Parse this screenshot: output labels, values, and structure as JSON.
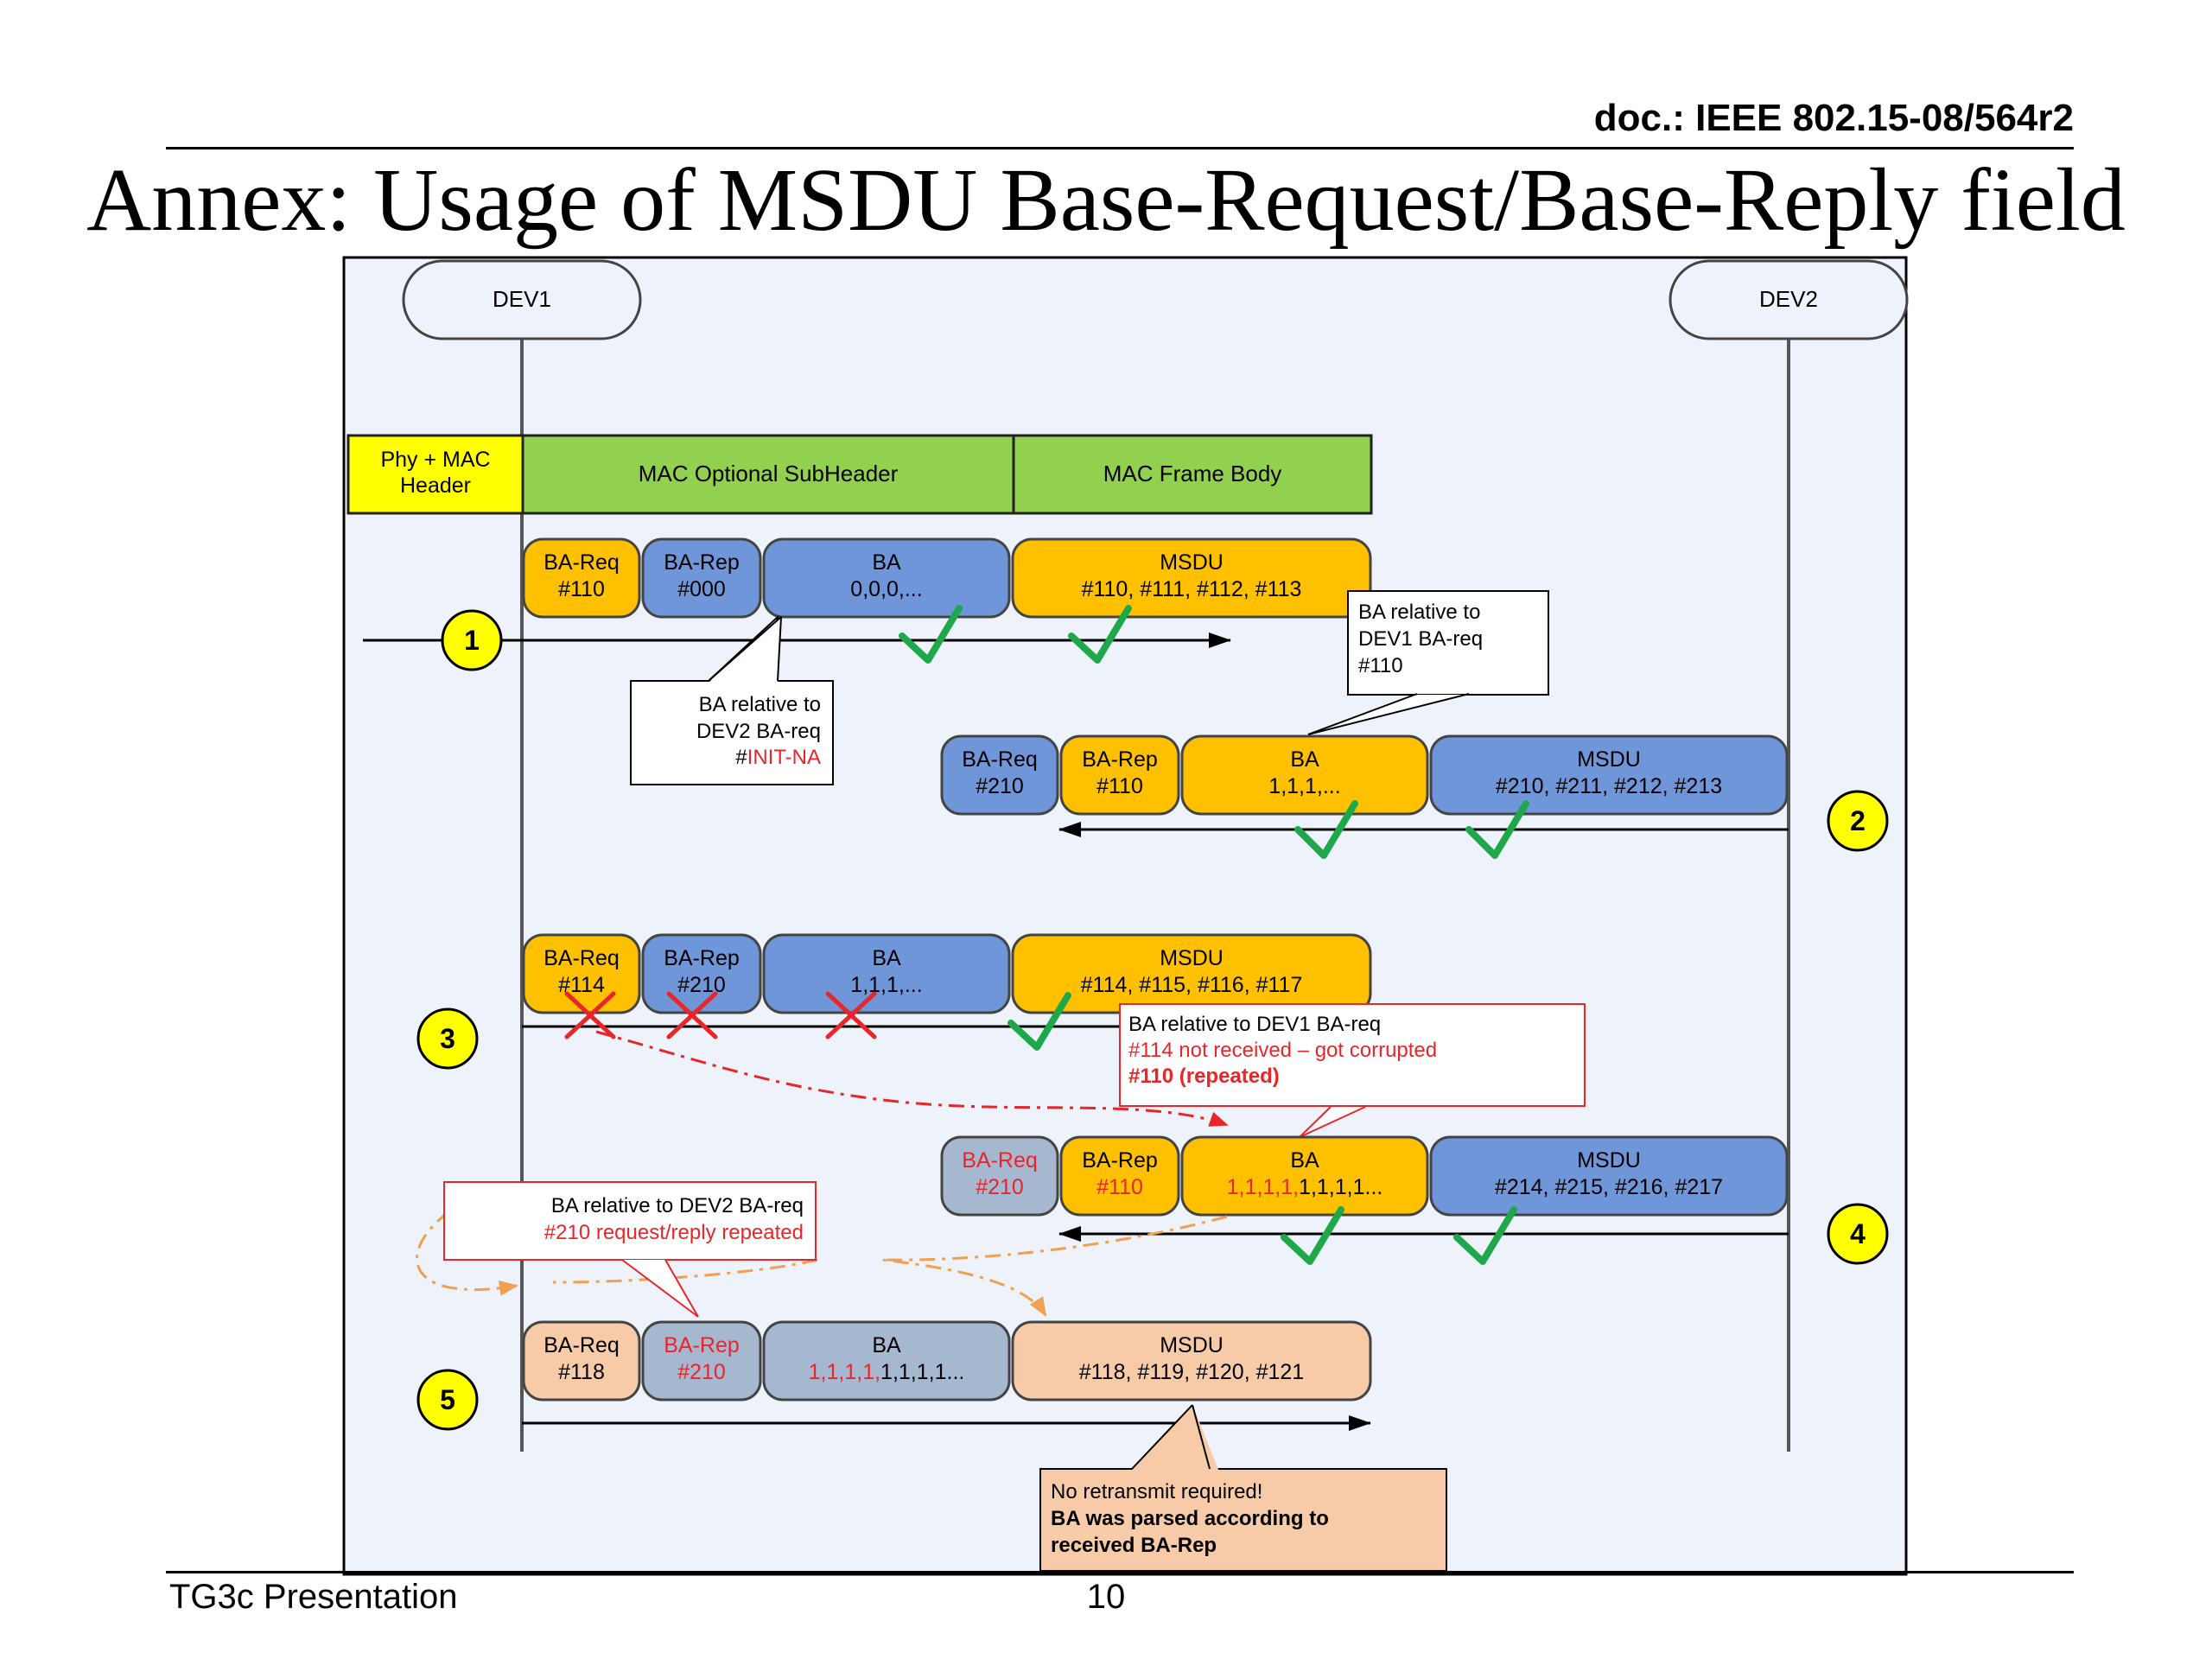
{
  "header": {
    "doc_id": "doc.: IEEE 802.15-08/564r2",
    "title": "Annex: Usage of MSDU Base-Request/Base-Reply field"
  },
  "footer": {
    "left": "TG3c Presentation",
    "page": "10"
  },
  "diagram": {
    "dev1": "DEV1",
    "dev2": "DEV2",
    "header_row": {
      "phy_mac_1": "Phy + MAC",
      "phy_mac_2": "Header",
      "subheader": "MAC Optional SubHeader",
      "frame_body": "MAC Frame Body"
    },
    "steps": {
      "s1": "1",
      "s2": "2",
      "s3": "3",
      "s4": "4",
      "s5": "5"
    },
    "row1": {
      "bareq_l1": "BA-Req",
      "bareq_l2": "#110",
      "barep_l1": "BA-Rep",
      "barep_l2": "#000",
      "ba_l1": "BA",
      "ba_l2": "0,0,0,...",
      "msdu_l1": "MSDU",
      "msdu_l2": "#110, #111, #112, #113"
    },
    "row2": {
      "bareq_l1": "BA-Req",
      "bareq_l2": "#210",
      "barep_l1": "BA-Rep",
      "barep_l2": "#110",
      "ba_l1": "BA",
      "ba_l2": "1,1,1,...",
      "msdu_l1": "MSDU",
      "msdu_l2": "#210, #211, #212, #213"
    },
    "row3": {
      "bareq_l1": "BA-Req",
      "bareq_l2": "#114",
      "barep_l1": "BA-Rep",
      "barep_l2": "#210",
      "ba_l1": "BA",
      "ba_l2": "1,1,1,...",
      "msdu_l1": "MSDU",
      "msdu_l2": "#114, #115, #116, #117"
    },
    "row4": {
      "bareq_l1": "BA-Req",
      "bareq_l2": "#210",
      "barep_l1": "BA-Rep",
      "barep_l2": "#110",
      "ba_l1": "BA",
      "ba_l2_red": "1,1,1,1,",
      "ba_l2_black": "1,1,1,1...",
      "msdu_l1": "MSDU",
      "msdu_l2": "#214, #215, #216, #217"
    },
    "row5": {
      "bareq_l1": "BA-Req",
      "bareq_l2": "#118",
      "barep_l1": "BA-Rep",
      "barep_l2": "#210",
      "ba_l1": "BA",
      "ba_l2_red": "1,1,1,1,",
      "ba_l2_black": "1,1,1,1...",
      "msdu_l1": "MSDU",
      "msdu_l2": "#118, #119, #120, #121"
    },
    "callouts": {
      "c_dev2_l1": "BA relative to",
      "c_dev2_l2": "DEV2 BA-req",
      "c_dev2_l3_prefix": "#",
      "c_dev2_l3_red": "INIT-NA",
      "c_dev1_l1": "BA relative to",
      "c_dev1_l2": "DEV1 BA-req",
      "c_dev1_l3": "#110",
      "c_corrupt_l1": "BA relative to DEV1 BA-req",
      "c_corrupt_l2": "#114 not received – got corrupted",
      "c_corrupt_l3": "#110 (repeated)",
      "c_repeat_l1": "BA relative to DEV2 BA-req",
      "c_repeat_l2": "#210 request/reply repeated",
      "c_final_l1": "No retransmit required!",
      "c_final_l2": "BA was parsed according to",
      "c_final_l3": "received BA-Rep"
    }
  },
  "colors": {
    "orange": "#FFC000",
    "blue": "#6F96D8",
    "green": "#92D050",
    "yellow": "#FFFF00",
    "grey_blue": "#A6B8D0",
    "peach": "#F8CBA8",
    "check": "#1FA84A",
    "cross": "#E8262A",
    "red_text": "#E8262A",
    "dash_red": "#E8262A",
    "dash_orange": "#F0A050",
    "panel": "#EEF2FA"
  }
}
